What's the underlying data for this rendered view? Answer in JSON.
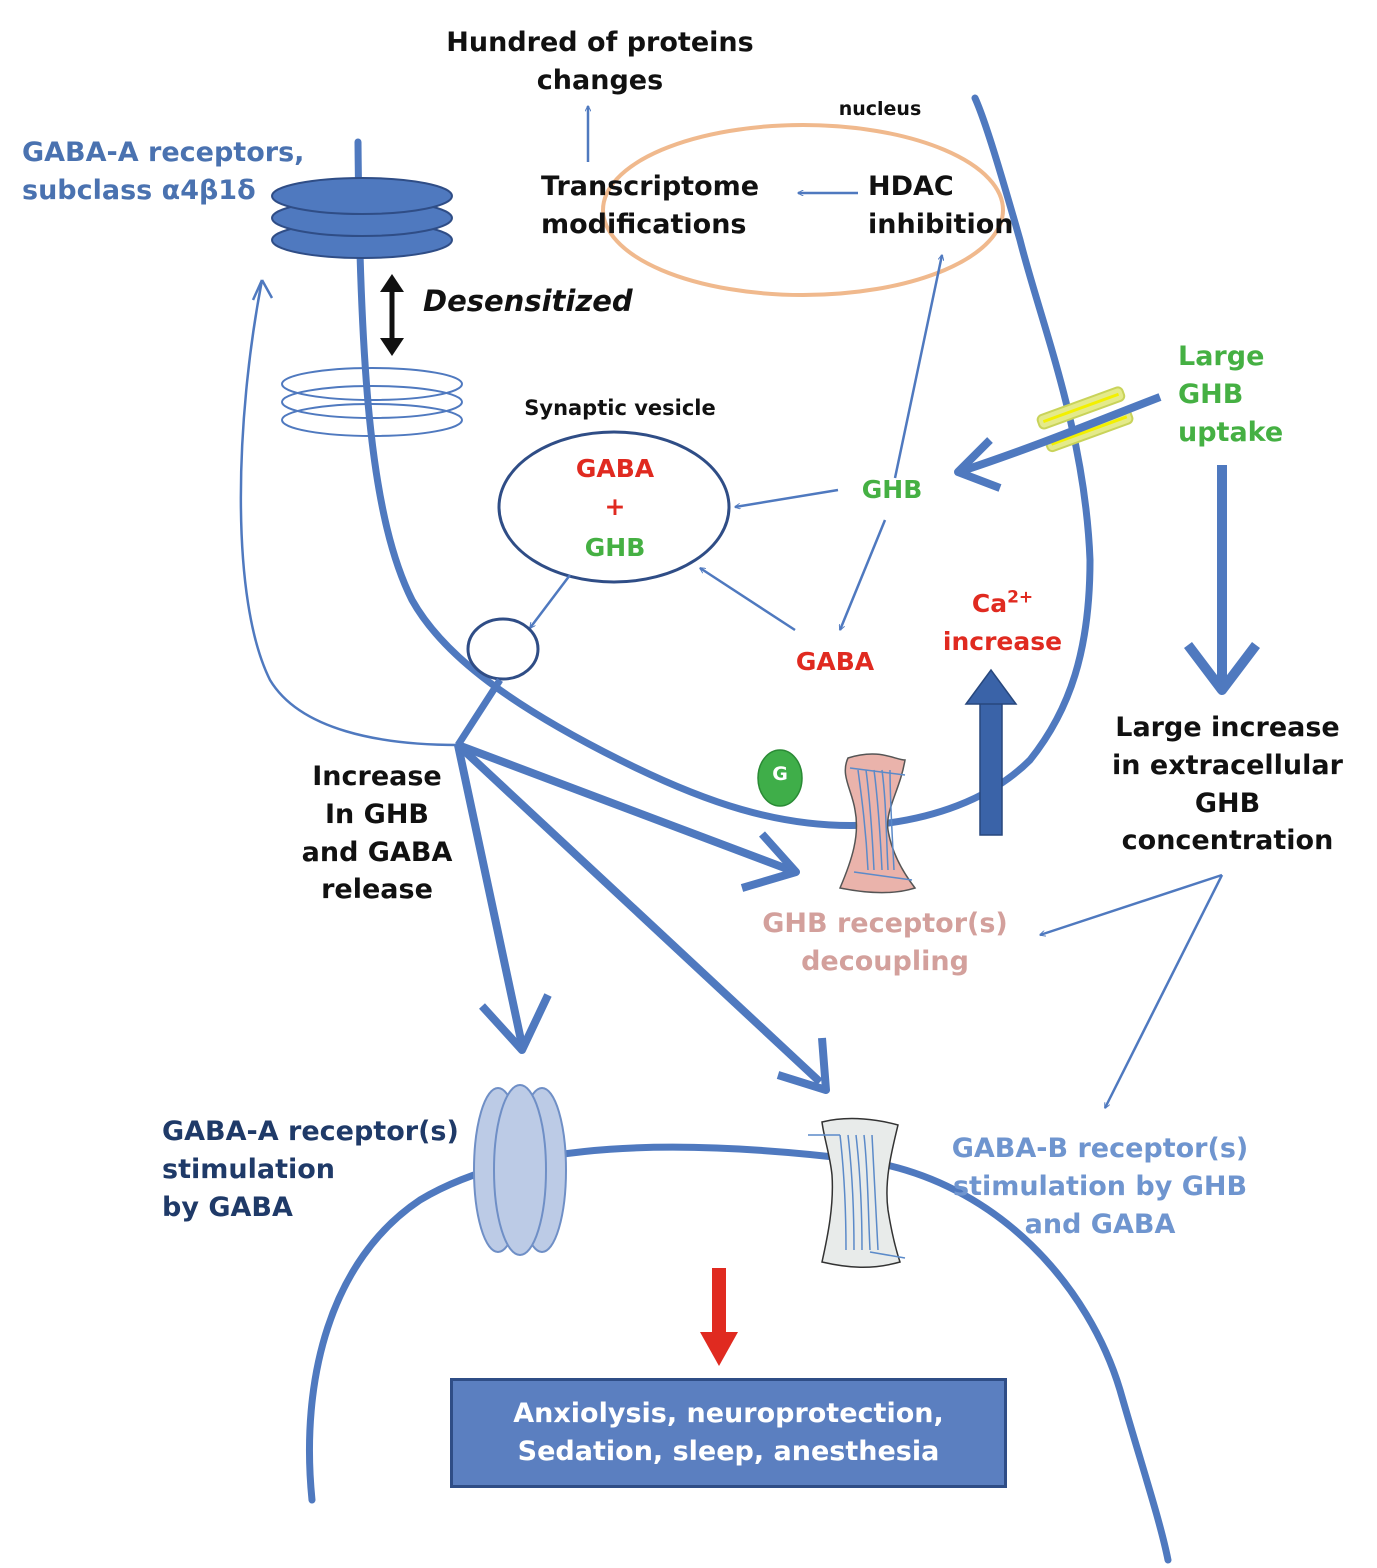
{
  "labels": {
    "proteins_changes": "Hundred of proteins\nchanges",
    "nucleus": "nucleus",
    "gaba_a_receptors": "GABA-A receptors,\nsubclass α4β1δ",
    "transcriptome": "Transcriptome\nmodifications",
    "hdac": "HDAC\ninhibition",
    "desensitized": "Desensitized",
    "synaptic_vesicle": "Synaptic vesicle",
    "vesicle_gaba": "GABA",
    "vesicle_plus": "+",
    "vesicle_ghb": "GHB",
    "ghb": "GHB",
    "large_ghb_uptake": "Large\nGHB\nuptake",
    "gaba": "GABA",
    "ca_increase_base": "Ca",
    "ca_increase_sup": "2+",
    "ca_increase_word": "increase",
    "increase_release": "Increase\nIn GHB\nand GABA\nrelease",
    "g_protein": "G",
    "large_increase": "Large increase\nin extracellular\nGHB\nconcentration",
    "ghb_receptor_decoupling": "GHB receptor(s)\ndecoupling",
    "gaba_a_stimulation": "GABA-A receptor(s)\nstimulation\nby GABA",
    "gaba_b_stimulation": "GABA-B receptor(s)\nstimulation by GHB\nand GABA",
    "outcome": "Anxiolysis, neuroprotection,\nSedation, sleep, anesthesia"
  },
  "colors": {
    "membrane": "#4f79bf",
    "arrow": "#4f79bf",
    "nucleus_outline": "#f0b98d",
    "ghb_text": "#45b043",
    "gaba_text": "#e02a20",
    "decoupling_text": "#d3a09c",
    "outcome_box": "#5b7fc0"
  },
  "icons": {
    "gaba_a_receptor_top": "stacked-disc-receptor",
    "desensitized_receptor": "outline-disc-receptor",
    "ghb_transporter": "yellow-transporter",
    "ghb_receptor": "pink-7tm-receptor",
    "gaba_b_receptor": "grey-7tm-receptor",
    "gaba_a_receptor_bottom": "barrel-receptor"
  }
}
